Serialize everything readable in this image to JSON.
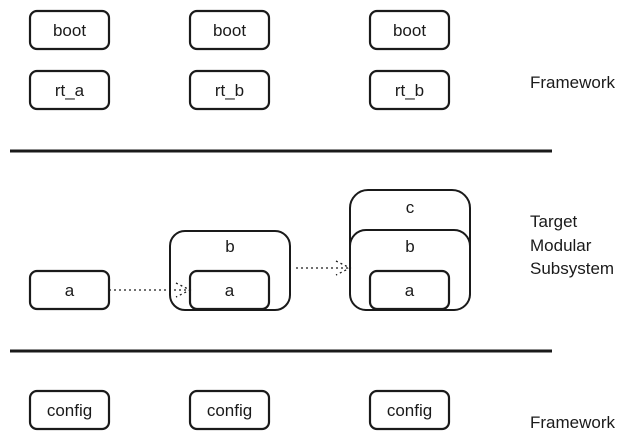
{
  "framework_top": {
    "row1": [
      "boot",
      "boot",
      "boot"
    ],
    "row2": [
      "rt_a",
      "rt_b",
      "rt_b"
    ],
    "label": "Framework"
  },
  "target": {
    "col1_a": "a",
    "col2_outer": "b",
    "col2_inner": "a",
    "col3_outer": "c",
    "col3_mid": "b",
    "col3_inner": "a",
    "label_lines": [
      "Target",
      "Modular",
      "Subsystem"
    ]
  },
  "framework_bottom": {
    "row": [
      "config",
      "config",
      "config"
    ],
    "label": "Framework"
  },
  "colors": {
    "stroke": "#1a1a1a",
    "background": "#ffffff"
  }
}
